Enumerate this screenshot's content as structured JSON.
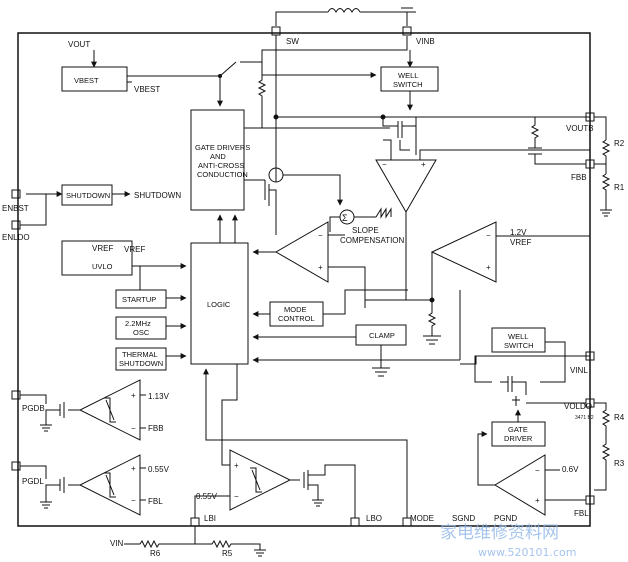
{
  "pins": {
    "sw": "SW",
    "vinb": "VINB",
    "voutb": "VOUTB",
    "fbb": "FBB",
    "enbst": "ENBST",
    "enldo": "ENLDO",
    "pgdb": "PGDB",
    "pgdl": "PGDL",
    "vinl": "VINL",
    "voldo": "VOLDO",
    "fbl": "FBL",
    "lbi": "LBI",
    "lbo": "LBO",
    "mode": "MODE",
    "sgnd": "SGND",
    "pgnd": "PGND"
  },
  "blocks": {
    "vbest": "VBEST",
    "well_switch_top": [
      "WELL",
      "SWITCH"
    ],
    "gate_drivers": [
      "GATE DRIVERS",
      "AND",
      "ANTI-CROSS",
      "CONDUCTION"
    ],
    "shutdown": "SHUTDOWN",
    "uvlo": "UVLO",
    "startup": "STARTUP",
    "osc": [
      "2.2MHz",
      "OSC"
    ],
    "thermal": [
      "THERMAL",
      "SHUTDOWN"
    ],
    "logic": "LOGIC",
    "mode_control": [
      "MODE",
      "CONTROL"
    ],
    "clamp": "CLAMP",
    "well_switch_bottom": [
      "WELL",
      "SWITCH"
    ],
    "gate_driver": [
      "GATE",
      "DRIVER"
    ]
  },
  "labels": {
    "vout": "VOUT",
    "vbest_out": "VBEST",
    "shutdown_out": "SHUTDOWN",
    "vref_in": "VREF",
    "vref_out": "VREF",
    "slope": [
      "SLOPE",
      "COMPENSATION"
    ],
    "ref_1_2v": "1.2V",
    "ref_1_2v_vref": "VREF",
    "ref_1_13v": "1.13V",
    "fbb_cmp": "FBB",
    "ref_0_55v_pgdl": "0.55V",
    "fbl_cmp": "FBL",
    "ref_0_55v_lbi": "0.55V",
    "ref_0_6v": "0.6V",
    "vin": "VIN",
    "r1": "R1",
    "r2": "R2",
    "r3": "R3",
    "r4": "R4",
    "r5": "R5",
    "r6": "R6",
    "part_code": "3471 B2",
    "sigma": "Σ"
  },
  "watermark": {
    "line1": "家电维修资料网",
    "line2": "www.520101.com"
  }
}
